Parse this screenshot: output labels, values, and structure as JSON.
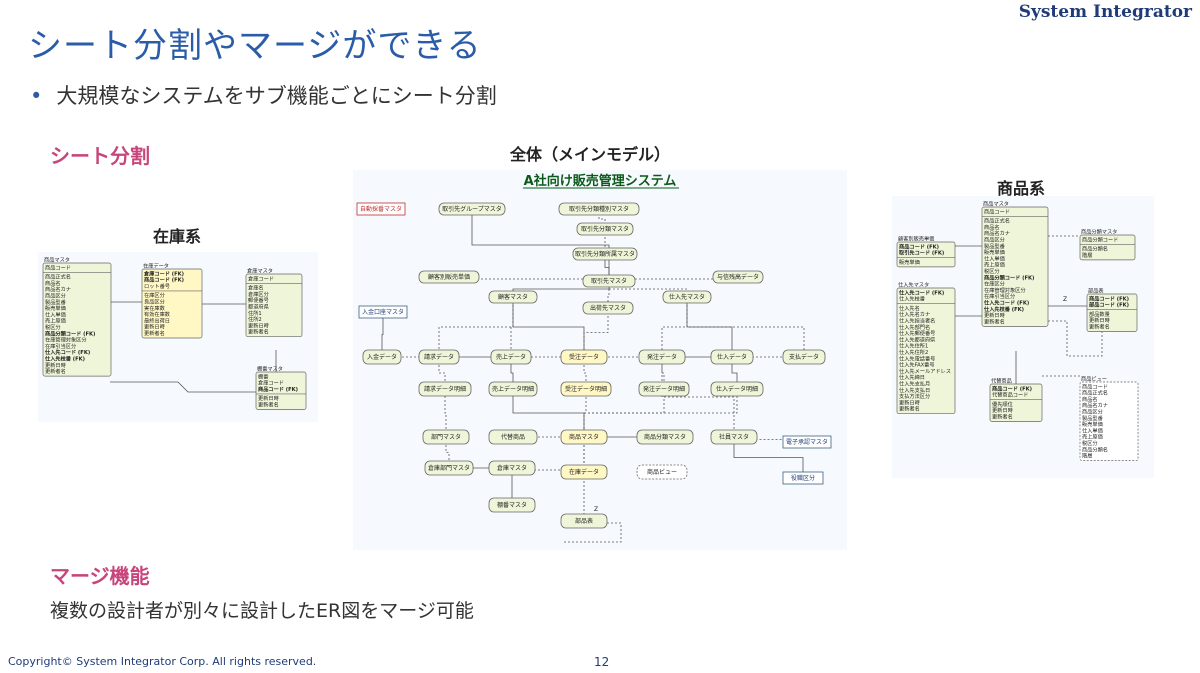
{
  "brand": "System Integrator",
  "title": "シート分割やマージができる",
  "bullet": "大規模なシステムをサブ機能ごとにシート分割",
  "section_split": "シート分割",
  "section_merge": "マージ機能",
  "merge_text": "複数の設計者が別々に設計したER図をマージ可能",
  "footer": "Copyright© System Integrator Corp. All rights reserved.",
  "page_number": "12",
  "zaiko": {
    "label": "在庫系",
    "product_master": {
      "title": "商品マスタ",
      "pk": "商品コード",
      "fields": [
        "商品正式名",
        "商品名",
        "商品名カナ",
        "商品区分",
        "製品型番",
        "販売単価",
        "仕入単価",
        "売上原価",
        "税区分",
        "商品分類コード (FK)",
        "在庫管理対象区分",
        "在庫引当区分",
        "仕入先コード (FK)",
        "仕入先枝番 (FK)",
        "更新日時",
        "更新者名"
      ]
    },
    "stock_data": {
      "title": "在庫データ",
      "pk": [
        "倉庫コード (FK)",
        "商品コード (FK)",
        "ロット番号"
      ],
      "fields": [
        "在庫区分",
        "良品区分",
        "実在庫数",
        "有効在庫数",
        "最終出荷日",
        "更新日時",
        "更新者名"
      ]
    },
    "warehouse_master": {
      "title": "倉庫マスタ",
      "pk": "倉庫コード",
      "fields": [
        "倉庫名",
        "倉庫区分",
        "郵便番号",
        "都道府県",
        "住所1",
        "住所2",
        "更新日時",
        "更新者名"
      ]
    },
    "shelf_master": {
      "title": "棚番マスタ",
      "pk": [
        "棚番",
        "倉庫コード",
        "商品コード (FK)"
      ],
      "fields": [
        "更新日時",
        "更新者名"
      ]
    }
  },
  "main": {
    "label": "全体（メインモデル）",
    "system_title": "A社向け販売管理システム",
    "entities": {
      "auto_numbering": "自動採番マスタ",
      "partner_group": "取引先グループマスタ",
      "partner_class_type": "取引先分類種別マスタ",
      "partner_class": "取引先分類マスタ",
      "partner_class_assign": "取引先分類所属マスタ",
      "customer_price": "顧客別販売単価",
      "partner": "取引先マスタ",
      "credit_balance": "与信残高データ",
      "customer": "顧客マスタ",
      "shipping_dest": "出荷先マスタ",
      "supplier": "仕入先マスタ",
      "deposit_account": "入金口座マスタ",
      "deposit": "入金データ",
      "billing": "請求データ",
      "sales": "売上データ",
      "order_recv": "受注データ",
      "order_place": "発注データ",
      "purchase": "仕入データ",
      "payment": "支払データ",
      "billing_detail": "請求データ明細",
      "sales_detail": "売上データ明細",
      "order_recv_detail": "受注データ明細",
      "order_place_detail": "発注データ明細",
      "purchase_detail": "仕入データ明細",
      "department": "部門マスタ",
      "substitute": "代替商品",
      "product": "商品マスタ",
      "product_class": "商品分類マスタ",
      "employee": "社員マスタ",
      "e_approval": "電子承認マスタ",
      "warehouse_dept": "倉庫部門マスタ",
      "warehouse": "倉庫マスタ",
      "stock": "在庫データ",
      "product_view": "商品ビュー",
      "role_class": "役職区分",
      "shelf": "棚番マスタ",
      "parts": "部品表",
      "z_marker": "Z"
    }
  },
  "shohin": {
    "label": "商品系",
    "customer_price": {
      "title": "顧客別販売単価",
      "pk": [
        "商品コード (FK)",
        "取引先コード (FK)"
      ],
      "fields": [
        "販売単価"
      ]
    },
    "supplier": {
      "title": "仕入先マスタ",
      "pk": [
        "仕入先コード (FK)",
        "仕入先枝番"
      ],
      "fields": [
        "仕入先名",
        "仕入先名カナ",
        "仕入先担当者名",
        "仕入先部門名",
        "仕入先郵便番号",
        "仕入先都道府県",
        "仕入先住所1",
        "仕入先住所2",
        "仕入先電話番号",
        "仕入先FAX番号",
        "仕入先メールアドレス",
        "仕入先締日",
        "仕入先支払月",
        "仕入先支払日",
        "支払方法区分",
        "更新日時",
        "更新者名"
      ]
    },
    "product_master": {
      "title": "商品マスタ",
      "pk": "商品コード",
      "fields": [
        "商品正式名",
        "商品名",
        "商品名カナ",
        "商品区分",
        "製品型番",
        "販売単価",
        "仕入単価",
        "売上原価",
        "税区分",
        "商品分類コード (FK)",
        "在庫区分",
        "在庫管理対象区分",
        "在庫引当区分",
        "仕入先コード (FK)",
        "仕入先枝番 (FK)",
        "更新日時",
        "更新者名"
      ]
    },
    "substitute": {
      "title": "代替商品",
      "pk": [
        "商品コード (FK)",
        "代替商品コード"
      ],
      "fields": [
        "優先順位",
        "更新日時",
        "更新者名"
      ]
    },
    "product_class": {
      "title": "商品分類マスタ",
      "pk": "商品分類コード",
      "fields": [
        "商品分類名",
        "階層"
      ]
    },
    "parts": {
      "title": "部品表",
      "pk": [
        "商品コード (FK)",
        "部品コード (FK)"
      ],
      "fields": [
        "部品数量",
        "更新日時",
        "更新者名"
      ]
    },
    "product_view": {
      "title": "商品ビュー",
      "fields": [
        "商品コード",
        "商品正式名",
        "商品名",
        "商品名カナ",
        "商品区分",
        "製品型番",
        "販売単価",
        "仕入単価",
        "売上原価",
        "税区分",
        "商品分類名",
        "階層"
      ]
    },
    "z_marker": "Z"
  },
  "colors": {
    "title": "#2a5ca8",
    "accent": "#c8457c",
    "entity_fill": "#eef5d8",
    "entity_header": "#d6e8b0",
    "entity_yellow": "#fff7c4",
    "entity_border": "#666666",
    "diagram_bg": "#f6f9fd"
  }
}
